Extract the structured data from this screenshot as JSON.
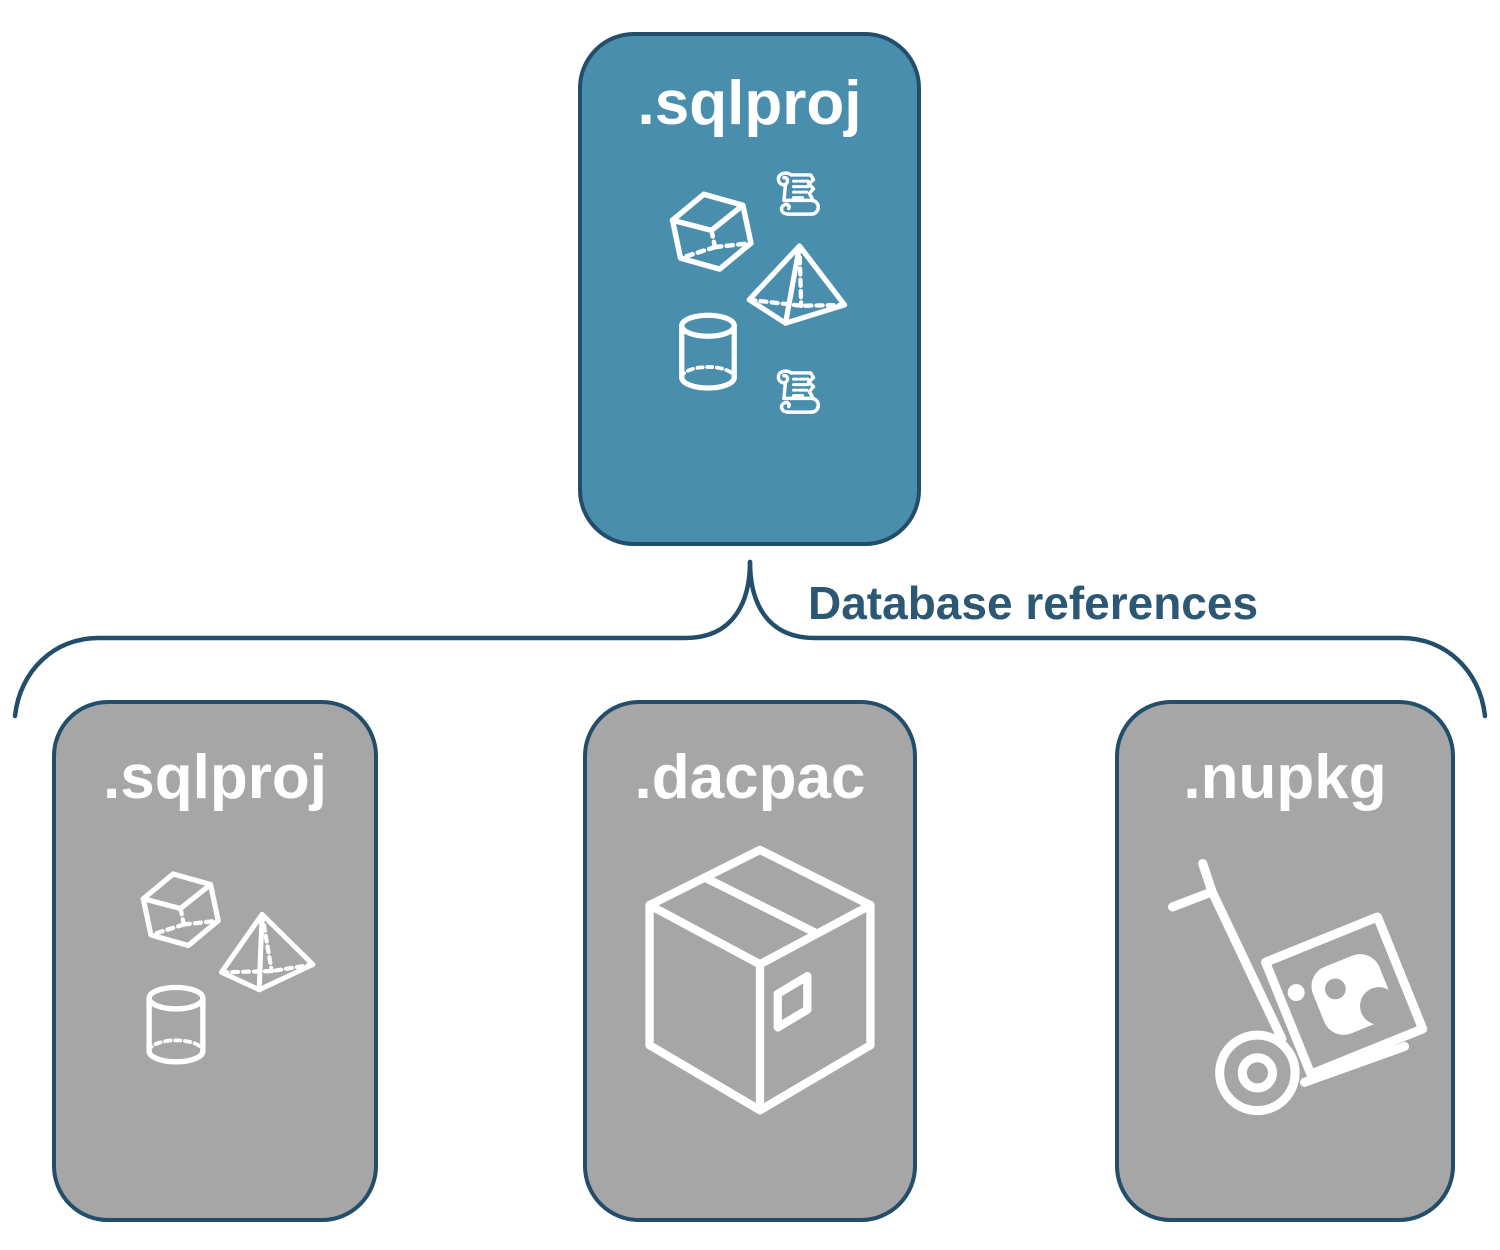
{
  "diagram": {
    "connector_label": "Database references",
    "colors": {
      "root_fill": "#4A8EAE",
      "child_fill": "#A6A6A6",
      "outline": "#234E6B",
      "label_text": "#2D5875",
      "icon_stroke": "#FFFFFF",
      "background": "#FFFFFF"
    },
    "root": {
      "label": ".sqlproj",
      "icons": [
        "scroll-icon",
        "cube-icon",
        "pyramid-icon",
        "cylinder-icon",
        "scroll-icon"
      ]
    },
    "children": [
      {
        "label": ".sqlproj",
        "icons": [
          "cube-icon",
          "pyramid-icon",
          "cylinder-icon"
        ]
      },
      {
        "label": ".dacpac",
        "icons": [
          "package-box-icon"
        ]
      },
      {
        "label": ".nupkg",
        "icons": [
          "hand-truck-icon"
        ]
      }
    ]
  }
}
